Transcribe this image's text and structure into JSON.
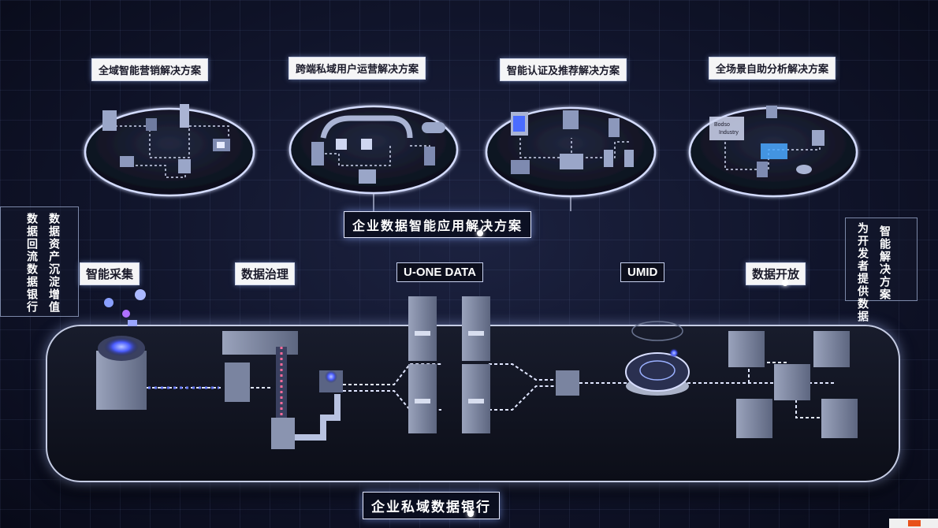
{
  "solutions": [
    {
      "title": "全域智能营销解决方案"
    },
    {
      "title": "跨端私域用户运营解决方案"
    },
    {
      "title": "智能认证及推荐解决方案"
    },
    {
      "title": "全场景自助分析解决方案"
    }
  ],
  "middle_title": "企业数据智能应用解决方案",
  "left_vertical": {
    "col1": "数据资产沉淀增值",
    "col2": "数据回流数据银行"
  },
  "right_vertical": {
    "col1": "智能解决方案",
    "col2": "为开发者提供数据"
  },
  "stages": [
    {
      "label": "智能采集"
    },
    {
      "label": "数据治理"
    },
    {
      "label": "U-ONE DATA"
    },
    {
      "label": "UMID"
    },
    {
      "label": "数据开放"
    }
  ],
  "disc4_text": {
    "line1": "Bodso",
    "line2": "Industry"
  },
  "bottom_title": "企业私域数据银行",
  "colors": {
    "accent": "#4a6cff",
    "glow": "#c9d4ff",
    "flow": "#e0e6ff"
  }
}
